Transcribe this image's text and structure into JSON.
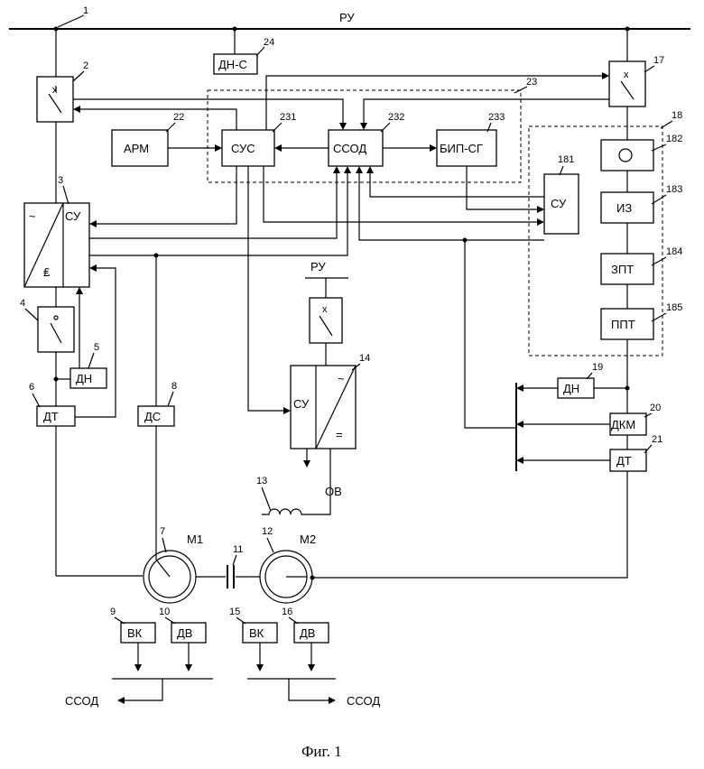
{
  "bus": {
    "label": "РУ"
  },
  "blocks": {
    "dn_s": "ДН-С",
    "arm": "АРМ",
    "sus": "СУС",
    "ssod": "ССОД",
    "bip_sg": "БИП-СГ",
    "su_conv3": "СУ",
    "su_181": "СУ",
    "iz": "ИЗ",
    "zpt": "ЗПТ",
    "ppt": "ППТ",
    "dn5": "ДН",
    "dt6": "ДТ",
    "ds8": "ДС",
    "su_conv14": "СУ",
    "dn19": "ДН",
    "dkm20": "ДКМ",
    "dt21": "ДТ",
    "vk9": "ВК",
    "dv10": "ДВ",
    "vk15": "ВК",
    "dv16": "ДВ"
  },
  "symbols": {
    "ac": "~",
    "dc": "=",
    "dc_alt": "₤"
  },
  "machines": {
    "m1": "М1",
    "m2": "М2"
  },
  "field_winding": "ОВ",
  "ru_small": "РУ",
  "outputs": {
    "left": "ССОД",
    "right": "ССОД"
  },
  "numbers": {
    "n1": "1",
    "n2": "2",
    "n3": "3",
    "n4": "4",
    "n5": "5",
    "n6": "6",
    "n7": "7",
    "n8": "8",
    "n9": "9",
    "n10": "10",
    "n11": "11",
    "n12": "12",
    "n13": "13",
    "n14": "14",
    "n15": "15",
    "n16": "16",
    "n17": "17",
    "n18": "18",
    "n19": "19",
    "n20": "20",
    "n21": "21",
    "n22": "22",
    "n23": "23",
    "n24": "24",
    "n181": "181",
    "n182": "182",
    "n183": "183",
    "n184": "184",
    "n185": "185",
    "n231": "231",
    "n232": "232",
    "n233": "233"
  },
  "caption": "Фиг. 1"
}
